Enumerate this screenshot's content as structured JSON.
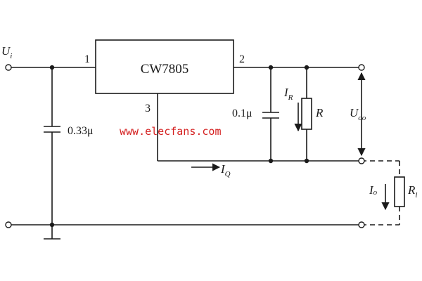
{
  "diagram": {
    "ic": {
      "name": "CW7805",
      "pin_in": "1",
      "pin_out": "2",
      "pin_gnd": "3"
    },
    "input": {
      "symbol": "U",
      "sub": "i"
    },
    "output": {
      "symbol": "U",
      "sub": "oo"
    },
    "c_in": {
      "value": "0.33μ"
    },
    "c_out": {
      "value": "0.1μ"
    },
    "resistor_r": {
      "symbol": "R"
    },
    "current_r": {
      "symbol": "I",
      "sub": "R"
    },
    "current_q": {
      "symbol": "I",
      "sub": "Q"
    },
    "current_o": {
      "symbol": "I",
      "sub": "o"
    },
    "load": {
      "symbol": "R",
      "sub": "l"
    },
    "watermark": "www.elecfans.com",
    "colors": {
      "line": "#1a1a1a",
      "watermark": "#d42020"
    }
  }
}
